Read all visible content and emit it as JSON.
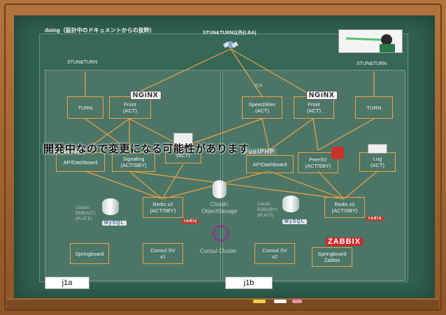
{
  "title": "doing（設計中のドキュメントからの抜粋）",
  "top_node": "STUN&TURN以外(LBA)",
  "stun_left": "STUN&TURN",
  "stun_right": "STUN&TURN",
  "voice_label": "音声",
  "banner": "開発中なので変更になる可能性があります",
  "j1a": {
    "label": "j1a",
    "turn": "TURN",
    "front": "Front\n(ACT)",
    "ap": "AP/Dashboard",
    "signaling": "Signaling\n(ACT/SBY)",
    "act": "(ACT)",
    "cloudn_db": "Cloudn\nRDB(ACT)\n(PLAT.E)",
    "redis": "Redis x2\n(ACT/SBY)",
    "springboard": "Springboard",
    "consul": "Consul SV\nx1"
  },
  "j1b": {
    "label": "j1b",
    "speech": "SpeechRec\n(ACT)",
    "front": "Front\n(ACT)",
    "turn": "TURN",
    "ap": "AP/Dashboard",
    "peer": "PeerSV\n(ACT/SBY)",
    "log": "Log\n(ACT)",
    "cloudn_db": "Cloudn\nRDB(SBY)\n(PLAT.E)",
    "redis": "Redis x2\n(ACT/SBY)",
    "consul": "Consul SV\nx2",
    "springboard": "Springboard\nZabbix"
  },
  "shared": {
    "storage": "Cloudn\nObjectStorage",
    "consul_cluster": "Consul Cluster"
  },
  "logos": {
    "nginx": "NGiNX",
    "fuel": "FuelPHP",
    "mysql": "MySQL",
    "redis": "redis",
    "zabbix": "ZABBIX"
  },
  "colors": {
    "board": "#2f6150",
    "line": "#f0a040",
    "frame": "#8e5527"
  }
}
